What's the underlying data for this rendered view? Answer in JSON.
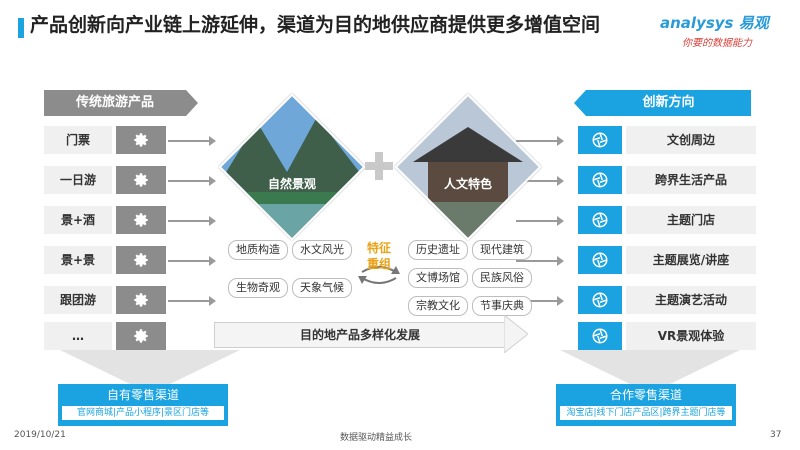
{
  "title": "产品创新向产业链上游延伸，渠道为目的地供应商提供更多增值空间",
  "logo": {
    "brand_en": "analysys",
    "brand_cn": "易观",
    "slogan": "你要的数据能力"
  },
  "left_header": "传统旅游产品",
  "right_header": "创新方向",
  "left_items": [
    "门票",
    "一日游",
    "景+酒",
    "景+景",
    "跟团游",
    "…"
  ],
  "right_items": [
    "文创周边",
    "跨界生活产品",
    "主题门店",
    "主题展览/讲座",
    "主题演艺活动",
    "VR景观体验"
  ],
  "center": {
    "natural_label": "自然景观",
    "cultural_label": "人文特色",
    "natural_tags": [
      "地质构造",
      "水文风光",
      "生物奇观",
      "天象气候"
    ],
    "cultural_tags": [
      "历史遗址",
      "现代建筑",
      "文博场馆",
      "民族风俗",
      "宗教文化",
      "节事庆典"
    ],
    "reorg_text": "特征重组",
    "arrow_text": "目的地产品多样化发展"
  },
  "channels": {
    "left": {
      "title": "自有零售渠道",
      "sub": "官网商城|产品小程序|景区门店等"
    },
    "right": {
      "title": "合作零售渠道",
      "sub": "淘宝店|线下门店产品区|跨界主题门店等"
    }
  },
  "footer": {
    "date": "2019/10/21",
    "slogan": "数据驱动精益成长",
    "page": "37"
  },
  "colors": {
    "accent": "#1aa3e0",
    "gray": "#8c8c8c",
    "highlight": "#e8a317"
  }
}
